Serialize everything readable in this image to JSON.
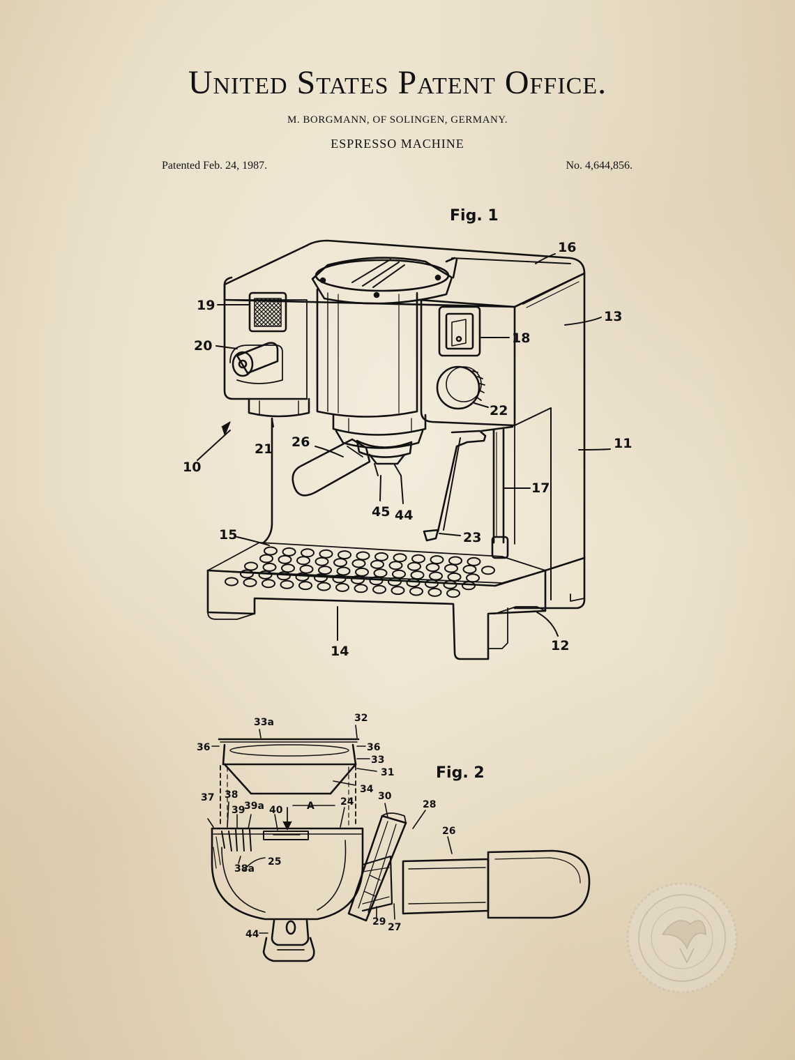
{
  "header": {
    "title": "United States Patent Office.",
    "inventor": "M. BORGMANN, OF SOLINGEN, GERMANY.",
    "subject": "ESPRESSO MACHINE",
    "patented": "Patented Feb. 24, 1987.",
    "number": "No. 4,644,856."
  },
  "fig1": {
    "caption": "Fig. 1",
    "labels": {
      "l10": "10",
      "l11": "11",
      "l12": "12",
      "l13": "13",
      "l14": "14",
      "l15": "15",
      "l16": "16",
      "l17": "17",
      "l18": "18",
      "l19": "19",
      "l20": "20",
      "l21": "21",
      "l22": "22",
      "l23": "23",
      "l26": "26",
      "l44": "44",
      "l45": "45"
    }
  },
  "fig2": {
    "caption": "Fig. 2",
    "labels": {
      "l24": "24",
      "l25": "25",
      "l26": "26",
      "l27": "27",
      "l28": "28",
      "l29": "29",
      "l30": "30",
      "l31": "31",
      "l32": "32",
      "l33": "33",
      "l33a": "33a",
      "l34": "34",
      "l36a": "36",
      "l36b": "36",
      "l37": "37",
      "l38": "38",
      "l38a": "38a",
      "l39": "39",
      "l39a": "39a",
      "l40": "40",
      "lA": "A",
      "l44": "44"
    }
  },
  "colors": {
    "paper": "#ece3cf",
    "ink": "#111111"
  },
  "seal": {
    "icon": "eagle-seal-icon"
  }
}
